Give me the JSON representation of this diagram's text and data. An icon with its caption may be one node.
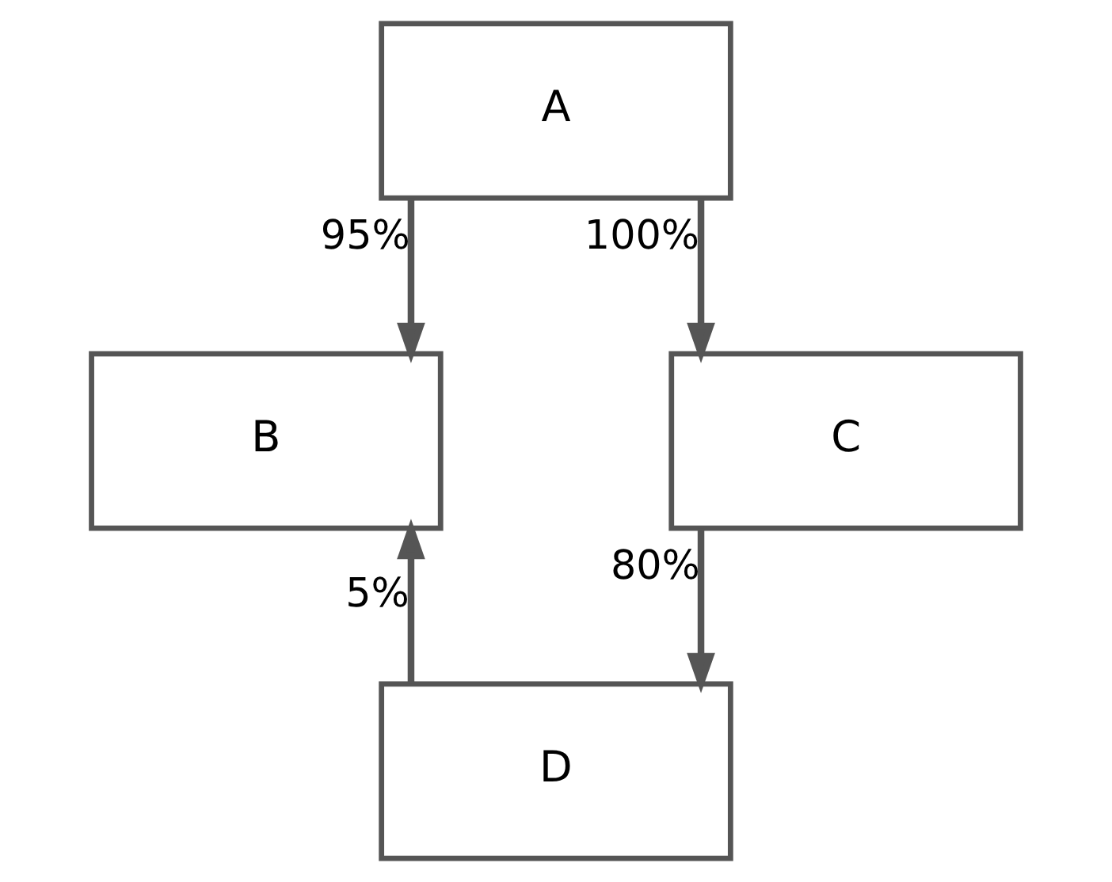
{
  "diagram": {
    "nodes": [
      {
        "text": [
          "A"
        ]
      },
      {
        "text": [
          "B"
        ]
      },
      {
        "text": [
          "C"
        ]
      },
      {
        "text": [
          "D"
        ]
      }
    ],
    "edges": [
      {
        "from": 0,
        "to": 1,
        "arrow": "to",
        "label": "95%"
      },
      {
        "from": 0,
        "to": 2,
        "arrow": "to",
        "label": "100%"
      },
      {
        "from": 2,
        "to": 3,
        "arrow": "to",
        "label": "80%"
      },
      {
        "from": 3,
        "to": 1,
        "arrow": "to",
        "label": "5%"
      }
    ]
  }
}
